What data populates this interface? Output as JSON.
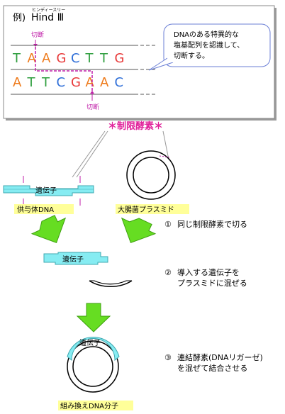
{
  "example": {
    "prefix": "例)",
    "enzyme_name": "Hind Ⅲ",
    "ruby": "ヒンディースリー",
    "cut_label_top": "切断",
    "cut_label_bottom": "切断",
    "strand_top": [
      "T",
      "A",
      "A",
      "G",
      "C",
      "T",
      "T",
      "G"
    ],
    "strand_bottom": [
      "A",
      "T",
      "T",
      "C",
      "G",
      "A",
      "A",
      "C"
    ],
    "callout": [
      "DNAのある特異的な",
      "塩基配列を認識して、",
      "切断する。"
    ]
  },
  "enzyme_label": "＊制限酵素＊",
  "donor_label": "供与体DNA",
  "plasmid_label": "大腸菌プラスミド",
  "gene_label": "遺伝子",
  "steps": [
    {
      "number": "①",
      "lines": [
        "同じ制限酵素で切る"
      ]
    },
    {
      "number": "②",
      "lines": [
        "導入する遺伝子を",
        "プラスミドに混ぜる"
      ]
    },
    {
      "number": "③",
      "lines": [
        "連結酵素(DNAリガーゼ)",
        "を混ぜて結合させる"
      ]
    }
  ],
  "result_label": "組み換えDNA分子",
  "colors": {
    "A": "#ee7a1a",
    "T": "#2e9e3e",
    "G": "#e83a3a",
    "C": "#2f6fd8",
    "enzyme": "#e0209a",
    "cut": "#c01ea8",
    "gene_fill": "#86ecf2",
    "arrow": "#66dd22",
    "label_bg": "#ffff99"
  }
}
